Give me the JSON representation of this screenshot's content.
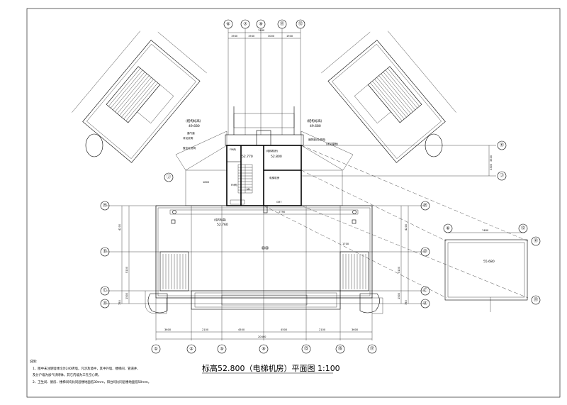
{
  "title": "标高52.800（电梯机房）平面图 1:100",
  "notes": {
    "heading": "说明:",
    "items": [
      "1、图中未注明墙体均为240砖墙，凡涉及墙中，其中外墙、楼梯间、管道井、",
      "   及分户墙为加气块砌体，其它内墙为三孔空心砖。",
      "2、卫生间、厨房、楼梯间均比同层楼地面低30mm，阳台均比同层楼地面低50mm。"
    ]
  },
  "axes": {
    "top": [
      "⑥",
      "⑦",
      "⑨",
      "⑪",
      "⑫"
    ],
    "bottom": [
      "①",
      "②",
      "⑤",
      "⑨",
      "⑬",
      "⑯",
      "⑰"
    ],
    "left": [
      "Ⓗ",
      "Ⓓ",
      "Ⓒ",
      "Ⓐ"
    ],
    "right": [
      "Ⓗ",
      "Ⓓ",
      "Ⓒ",
      "Ⓐ"
    ],
    "mid_left": [
      "Ⓙ"
    ],
    "mid_right": [
      "Ⓚ",
      "Ⓙ"
    ],
    "inset": [
      "⑥",
      "⑫",
      "Ⓚ",
      "Ⓗ"
    ]
  },
  "dimensions": {
    "top": [
      "7480",
      "1940",
      "1940",
      "3000",
      "1940"
    ],
    "bottom_sub": [
      "3600",
      "2100",
      "4500",
      "4500",
      "2100",
      "3600"
    ],
    "bottom_total": "20400",
    "left": [
      "4200",
      "5100",
      "1500",
      "750"
    ],
    "right": [
      "4200",
      "5100",
      "1500",
      "750"
    ],
    "inset_top": "7480"
  },
  "labels": {
    "roof_left": "(结构标高)",
    "roof_left_elev": "49.680",
    "roof_right": "(结构标高)",
    "roof_right_elev": "49.680",
    "vent_left": "通气道",
    "vent_left_a": "详见说明",
    "vent_left_b": "做法见说明",
    "vent_right": "通风道(见说明)",
    "vent_right_b": "(详见屋面)",
    "room_elev": "52.770",
    "machine_room": "(电梯机房)",
    "machine_room_elev": "52.800",
    "elevator": "电梯机房",
    "stair_elev": "52.760",
    "stair_note": "(结构标高)",
    "mech_a": "FM丙",
    "mech_b": "FM丙",
    "door": "M1",
    "gate": "GR7",
    "inset_elev": "55.680",
    "dim_small_a": "1700",
    "dim_small_b": "2790",
    "dim_small_c": "1800",
    "dim_k": "3300",
    "dim_j": "3300"
  }
}
